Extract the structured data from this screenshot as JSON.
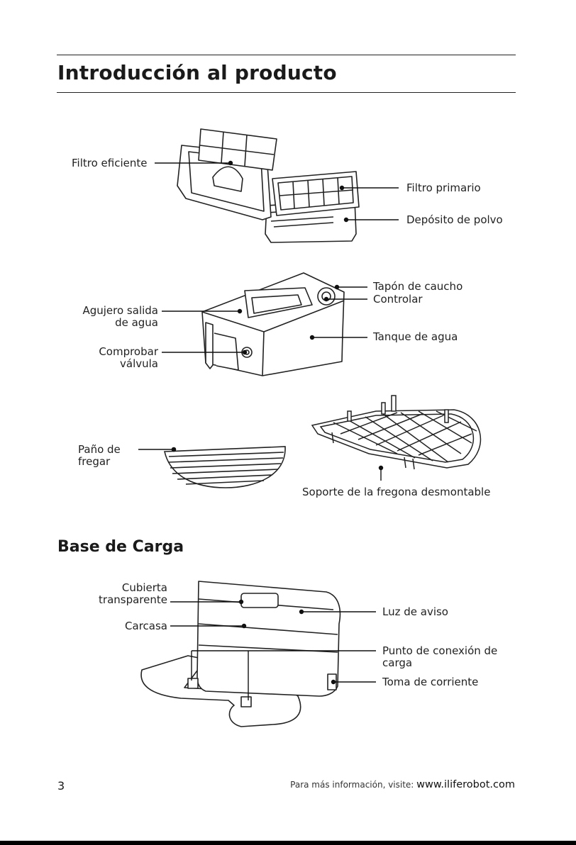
{
  "header": {
    "title": "Introducción al producto"
  },
  "section2": {
    "title": "Base de Carga"
  },
  "labels": {
    "filtro_eficiente": "Filtro eficiente",
    "filtro_primario": "Filtro primario",
    "deposito_polvo": "Depósito de polvo",
    "tapon_caucho": "Tapón de caucho",
    "controlar": "Controlar",
    "agujero_1": "Agujero salida",
    "agujero_2": "de agua",
    "tanque_agua": "Tanque de agua",
    "comprobar_1": "Comprobar",
    "comprobar_2": "válvula",
    "pano_1": "Paño de",
    "pano_2": "fregar",
    "soporte": "Soporte de la fregona desmontable",
    "cubierta_1": "Cubierta",
    "cubierta_2": "transparente",
    "carcasa": "Carcasa",
    "luz_aviso": "Luz de aviso",
    "punto_1": "Punto de conexión de",
    "punto_2": "carga",
    "toma": "Toma de corriente"
  },
  "footer": {
    "page_number": "3",
    "info_text": "Para más información, visite: ",
    "url": "www.iliferobot.com"
  },
  "colors": {
    "ink": "#1a1a1a",
    "line": "#222222",
    "rule": "#222222"
  }
}
